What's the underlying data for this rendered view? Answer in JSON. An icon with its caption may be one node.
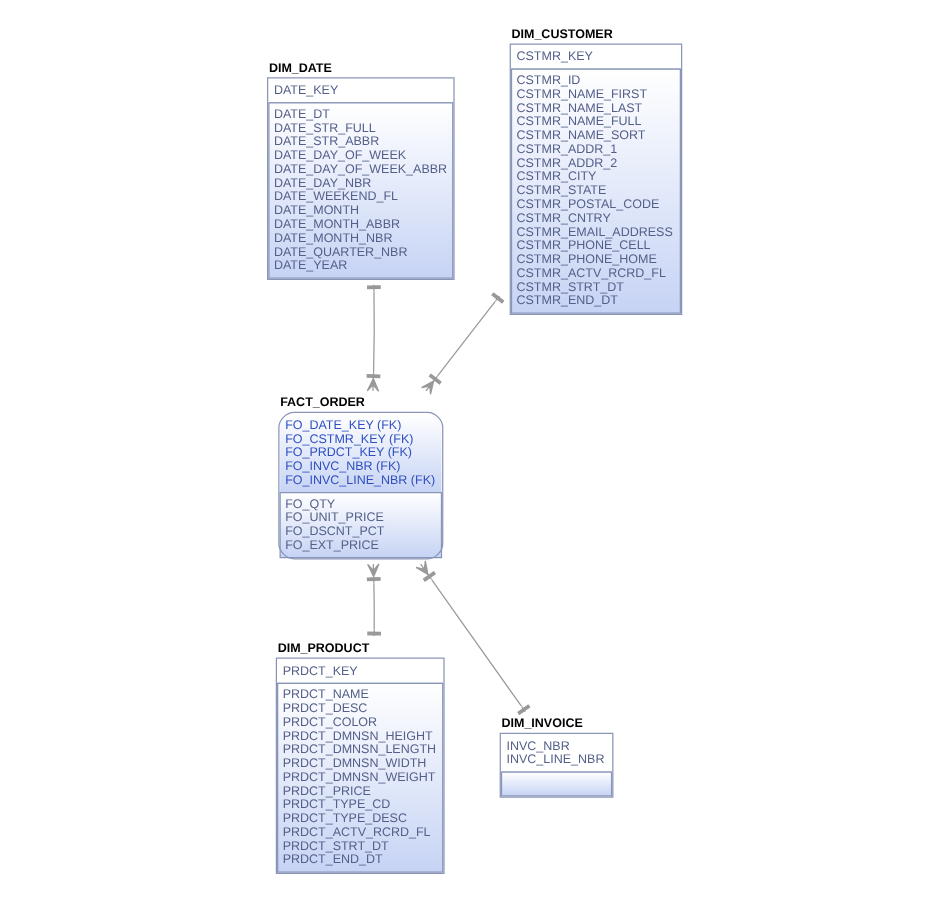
{
  "diagram": {
    "nodes": [
      {
        "text": [
          "DIM_DATE",
          "DATE_KEY",
          "DATE_DT DATE_STR_FULL DATE_STR_ABBR DATE_DAY_OF_WEEK DATE_DAY_OF_WEEK_ABBR DATE_DAY_NBR DATE_WEEKEND_FL DATE_MONTH DATE_MONTH_ABBR DATE_MONTH_NBR DATE_QUARTER_NBR DATE_YEAR"
        ]
      },
      {
        "text": [
          "DIM_CUSTOMER",
          "CSTMR_KEY",
          "CSTMR_ID CSTMR_NAME_FIRST CSTMR_NAME_LAST CSTMR_NAME_FULL CSTMR_NAME_SORT CSTMR_ADDR_1 CSTMR_ADDR_2 CSTMR_CITY CSTMR_STATE CSTMR_POSTAL_CODE CSTMR_CNTRY CSTMR_EMAIL_ADDRESS CSTMR_PHONE_CELL CSTMR_PHONE_HOME CSTMR_ACTV_RCRD_FL CSTMR_STRT_DT CSTMR_END_DT"
        ]
      },
      {
        "text": [
          "FACT_ORDER",
          "FO_DATE_KEY (FK) FO_CSTMR_KEY (FK) FO_PRDCT_KEY (FK) FO_INVC_NBR (FK) FO_INVC_LINE_NBR (FK)",
          "FO_QTY FO_UNIT_PRICE FO_DSCNT_PCT FO_EXT_PRICE"
        ]
      },
      {
        "text": [
          "DIM_PRODUCT",
          "PRDCT_KEY",
          "PRDCT_NAME PRDCT_DESC PRDCT_COLOR PRDCT_DMNSN_HEIGHT PRDCT_DMNSN_LENGTH PRDCT_DMNSN_WIDTH PRDCT_DMNSN_WEIGHT PRDCT_PRICE PRDCT_TYPE_CD PRDCT_TYPE_DESC PRDCT_ACTV_RCRD_FL PRDCT_STRT_DT PRDCT_END_DT"
        ]
      },
      {
        "text": [
          "DIM_INVOICE",
          "INVC_NBR INVC_LINE_NBR"
        ]
      }
    ],
    "edges": [
      {
        "from": 0,
        "to": 2,
        "arrow": "other"
      },
      {
        "from": 1,
        "to": 2,
        "arrow": "other"
      },
      {
        "from": 3,
        "to": 2,
        "arrow": "other"
      },
      {
        "from": 4,
        "to": 2,
        "arrow": "other"
      }
    ]
  }
}
